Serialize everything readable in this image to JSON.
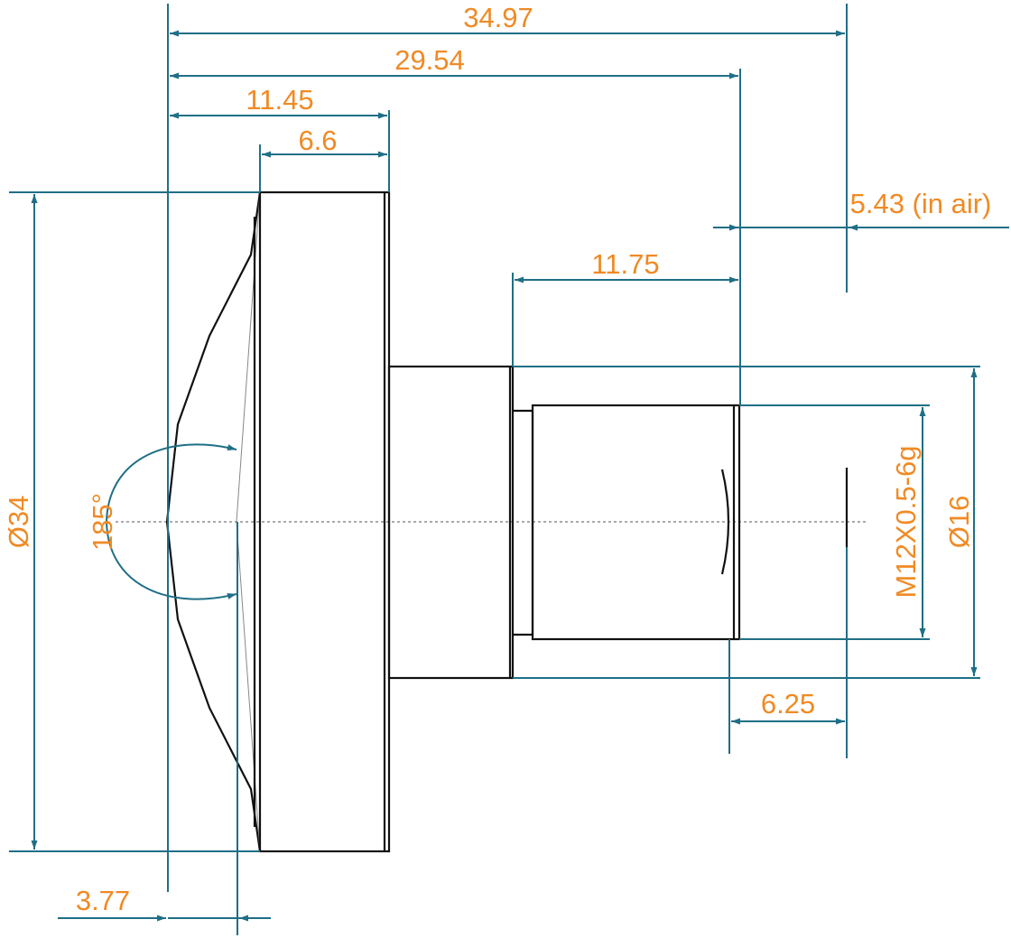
{
  "colors": {
    "dimension": "#1f6f86",
    "dimension_text": "#f08a24",
    "part_outline": "#111111"
  },
  "dimensions": {
    "total_length": "34.97",
    "flange_to_lens_end": "29.54",
    "front_to_flange_back": "11.45",
    "flange_thickness": "6.6",
    "back_focal_in_air": "5.43 (in air)",
    "barrel_length": "11.75",
    "thread_to_sensor": "6.25",
    "front_element_sag": "3.77",
    "outer_diameter": "Ø34",
    "barrel_diameter": "Ø16",
    "thread_spec": "M12X0.5-6g",
    "field_of_view": "185°"
  }
}
